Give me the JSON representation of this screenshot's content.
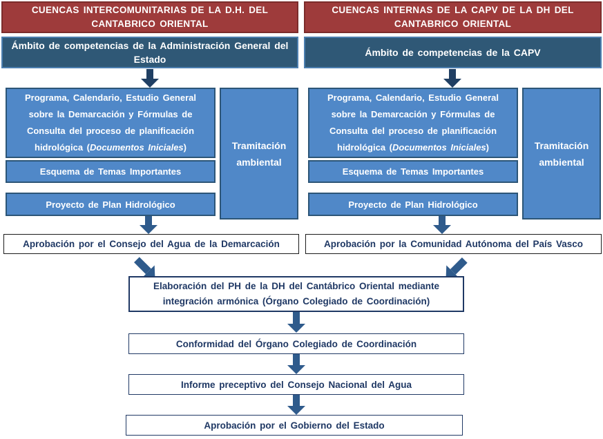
{
  "colors": {
    "red_fill": "#9E3B3B",
    "red_border": "#7B2C2B",
    "darkblue_fill": "#2F5876",
    "darkblue_border": "#4C7FB0",
    "blue_fill": "#5088C8",
    "blue_border": "#2C5577",
    "navy_border": "#1F3864",
    "navy_text": "#1F3864",
    "arrow_dark": "#203F63",
    "arrow_steel": "#2F5B8C"
  },
  "left_column": {
    "header": "CUENCAS INTERCOMUNITARIAS DE LA D.H. DEL CANTABRICO ORIENTAL",
    "scope": "Ámbito de competencias de la Administración General del Estado",
    "programa_text": "Programa, Calendario, Estudio General sobre la Demarcación y Fórmulas de Consulta del proceso de planificación hidrológica (",
    "programa_italic": "Documentos Iniciales",
    "programa_suffix": ")",
    "esquema": "Esquema de Temas Importantes",
    "proyecto": "Proyecto de Plan Hidrológico",
    "tramitacion": "Tramitación ambiental",
    "aprobacion": "Aprobación por el Consejo del Agua de la Demarcación"
  },
  "right_column": {
    "header": "CUENCAS INTERNAS DE LA CAPV DE LA DH DEL CANTABRICO ORIENTAL",
    "scope": "Ámbito de competencias de la CAPV",
    "programa_text": "Programa, Calendario, Estudio General sobre la Demarcación y Fórmulas de Consulta del proceso de planificación hidrológica (",
    "programa_italic": "Documentos Iniciales",
    "programa_suffix": ")",
    "esquema": "Esquema de Temas Importantes",
    "proyecto": "Proyecto de Plan Hidrológico",
    "tramitacion": "Tramitación ambiental",
    "aprobacion": "Aprobación por la Comunidad Autónoma del País Vasco"
  },
  "bottom_flow": {
    "elaboracion": "Elaboración del PH de la DH del Cantábrico Oriental mediante integración armónica (Órgano Colegiado de Coordinación)",
    "conformidad": "Conformidad del Órgano Colegiado de Coordinación",
    "informe": "Informe preceptivo del Consejo Nacional del Agua",
    "aprobacion_final": "Aprobación por el Gobierno del Estado"
  }
}
